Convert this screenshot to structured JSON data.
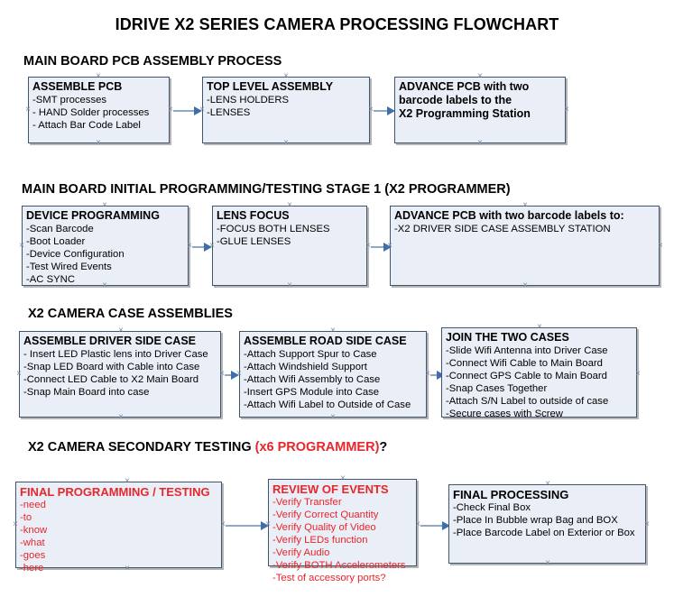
{
  "document": {
    "title": "IDRIVE X2  SERIES CAMERA PROCESSING FLOWCHART"
  },
  "colors": {
    "box_fill": "#eaeef7",
    "box_border": "#41546e",
    "arrow_line": "#8fa8c4",
    "arrow_head": "#3f6fa8",
    "red_text": "#e8262b",
    "black_text": "#000000"
  },
  "sections": [
    {
      "heading": "MAIN BOARD PCB ASSEMBLY PROCESS",
      "heading_red": "",
      "heading_suffix": "",
      "boxes": [
        {
          "header": "ASSEMBLE PCB",
          "lines": [
            "-SMT processes",
            "- HAND Solder processes",
            "- Attach Bar Code Label"
          ]
        },
        {
          "header": "TOP LEVEL ASSEMBLY",
          "lines": [
            "-LENS HOLDERS",
            "-LENSES"
          ]
        },
        {
          "header": "ADVANCE PCB with two",
          "lines": [
            "barcode labels to the",
            " X2 Programming Station"
          ]
        }
      ]
    },
    {
      "heading": "MAIN BOARD INITIAL PROGRAMMING/TESTING STAGE 1 (X2 PROGRAMMER)",
      "heading_red": "",
      "heading_suffix": "",
      "boxes": [
        {
          "header": "DEVICE PROGRAMMING",
          "lines": [
            "-Scan Barcode",
            "-Boot Loader",
            "-Device Configuration",
            "-Test Wired Events",
            "-AC SYNC"
          ]
        },
        {
          "header": "LENS FOCUS",
          "lines": [
            "-FOCUS BOTH LENSES",
            "-GLUE LENSES"
          ]
        },
        {
          "header": "ADVANCE PCB with two barcode labels to:",
          "lines": [
            "-X2 DRIVER  SIDE  CASE  ASSEMBLY STATION"
          ]
        }
      ]
    },
    {
      "heading": "X2 CAMERA CASE ASSEMBLIES",
      "heading_red": "",
      "heading_suffix": "",
      "boxes": [
        {
          "header": "ASSEMBLE DRIVER SIDE CASE",
          "lines": [
            "- Insert LED Plastic lens into Driver Case",
            "-Snap LED Board with Cable into Case",
            "-Connect LED Cable to X2 Main Board",
            "-Snap Main Board into case"
          ]
        },
        {
          "header": "ASSEMBLE ROAD SIDE CASE",
          "lines": [
            "-Attach Support Spur to Case",
            "-Attach Windshield Support",
            "-Attach Wifi Assembly to Case",
            "-Insert GPS Module into Case",
            "-Attach Wifi Label to Outside of Case"
          ]
        },
        {
          "header": "JOIN THE TWO CASES",
          "lines": [
            "-Slide Wifi Antenna into Driver Case",
            "-Connect Wifi Cable to Main Board",
            "-Connect GPS Cable to Main Board",
            "-Snap Cases Together",
            "-Attach S/N Label to outside of case",
            "-Secure cases with Screw"
          ]
        }
      ]
    },
    {
      "heading": "X2 CAMERA SECONDARY TESTING ",
      "heading_red": "(x6 PROGRAMMER)",
      "heading_suffix": "?",
      "boxes": [
        {
          "header": "FINAL PROGRAMMING / TESTING",
          "lines": [
            "-need",
            "-to",
            "-know",
            "-what",
            "-goes",
            "-here"
          ]
        },
        {
          "header": "REVIEW OF EVENTS",
          "lines": [
            "-Verify Transfer",
            "-Verify Correct Quantity",
            "-Verify Quality of Video",
            "-Verify LEDs function",
            "-Verify Audio",
            "-Verify BOTH Accelerometers",
            "-Test of accessory ports?"
          ]
        },
        {
          "header": "FINAL PROCESSING",
          "lines": [
            "-Check Final Box",
            "-Place In Bubble wrap Bag and BOX",
            "-Place Barcode Label on Exterior or Box"
          ]
        }
      ]
    }
  ],
  "handle_glyph": "×"
}
